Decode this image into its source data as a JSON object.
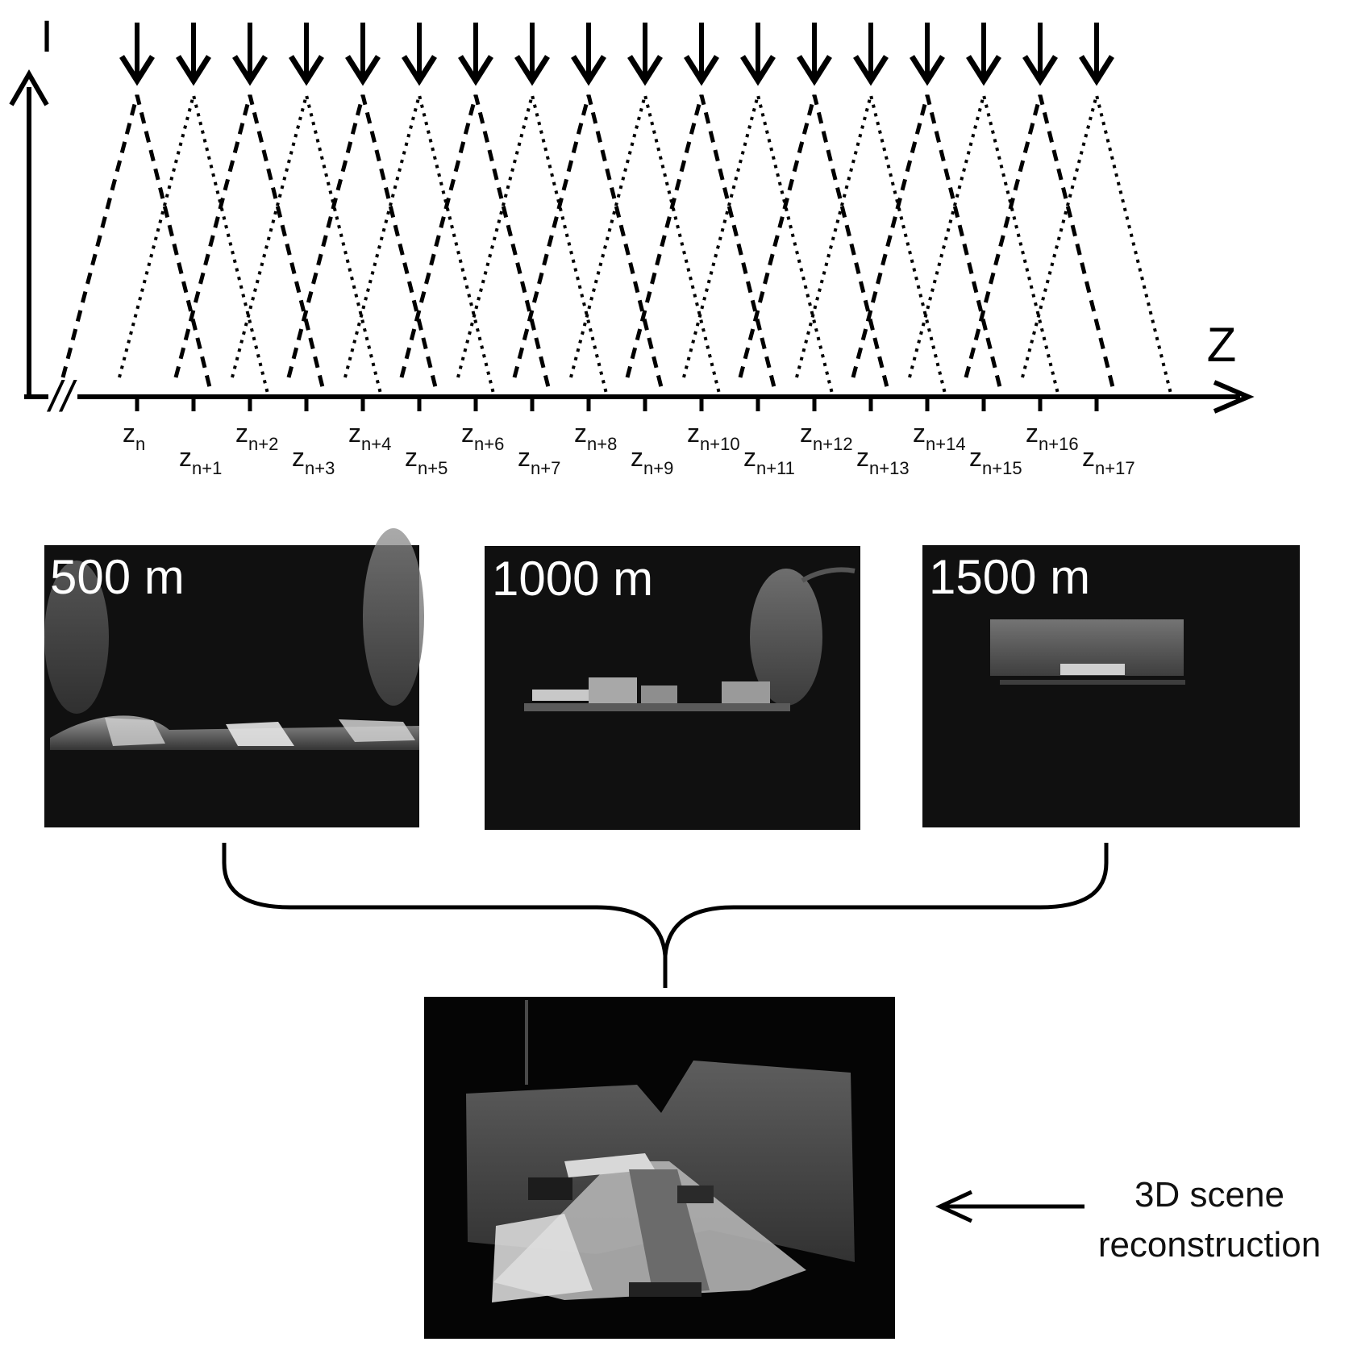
{
  "axes": {
    "y_label": "I",
    "x_label": "Z",
    "break_mark": "//"
  },
  "gates": {
    "base": "z",
    "labels": [
      "n",
      "n+1",
      "n+2",
      "n+3",
      "n+4",
      "n+5",
      "n+6",
      "n+7",
      "n+8",
      "n+9",
      "n+10",
      "n+11",
      "n+12",
      "n+13",
      "n+14",
      "n+15",
      "n+16",
      "n+17"
    ]
  },
  "panels": [
    {
      "label": "500 m"
    },
    {
      "label": "1000 m"
    },
    {
      "label": "1500 m"
    }
  ],
  "reconstruction": {
    "caption_line1": "3D scene",
    "caption_line2": "reconstruction"
  }
}
